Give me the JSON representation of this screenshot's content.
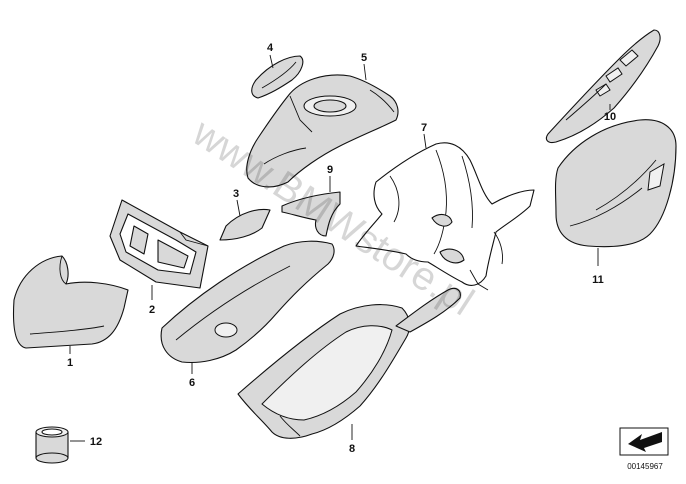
{
  "watermark": "www.BMWstore.pl",
  "callouts": {
    "c1": "1",
    "c2": "2",
    "c3": "3",
    "c4": "4",
    "c5": "5",
    "c6": "6",
    "c7": "7",
    "c8": "8",
    "c9": "9",
    "c10": "10",
    "c11": "11",
    "c12": "12"
  },
  "reference_number": "00145967"
}
